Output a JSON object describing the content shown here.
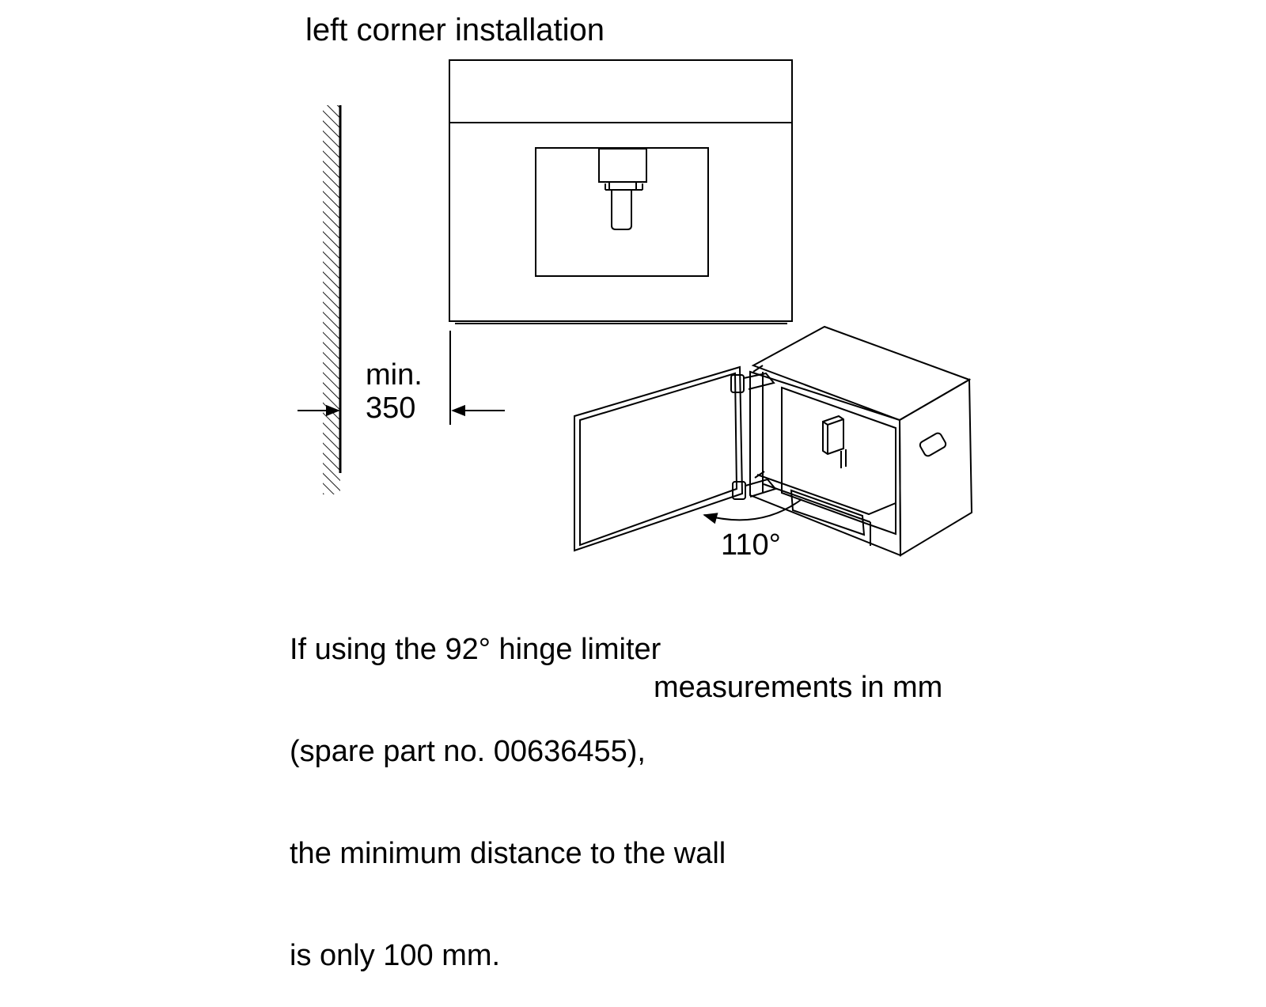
{
  "title": "left corner installation",
  "clearance": {
    "label": "min.",
    "value": "350"
  },
  "door_angle": "110°",
  "note": {
    "lines": [
      "If using the 92° hinge limiter",
      "(spare part no. 00636455),",
      "the minimum distance to the wall",
      "is only 100 mm."
    ]
  },
  "units": "measurements in mm"
}
